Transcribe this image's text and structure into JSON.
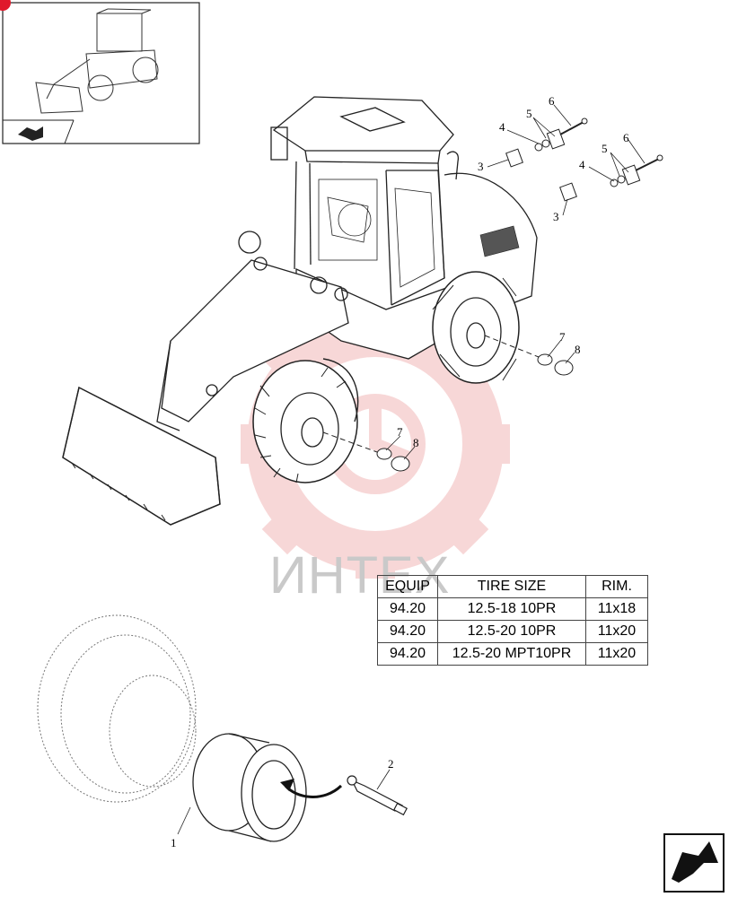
{
  "watermark": {
    "text": "ИНТЕХ",
    "color": "#f2b8b8"
  },
  "table": {
    "headers": [
      "EQUIP",
      "TIRE SIZE",
      "RIM."
    ],
    "rows": [
      [
        "94.20",
        "12.5-18 10PR",
        "11x18"
      ],
      [
        "94.20",
        "12.5-20 10PR",
        "11x20"
      ],
      [
        "94.20",
        "12.5-20 MPT10PR",
        "11x20"
      ]
    ]
  },
  "callouts": {
    "c1": "1",
    "c2": "2",
    "c3a": "3",
    "c3b": "3",
    "c4a": "4",
    "c4b": "4",
    "c5a": "5",
    "c5b": "5",
    "c6a": "6",
    "c6b": "6",
    "c7a": "7",
    "c7b": "7",
    "c8a": "8",
    "c8b": "8"
  },
  "colors": {
    "line": "#222222",
    "badge": "#e0192b"
  }
}
